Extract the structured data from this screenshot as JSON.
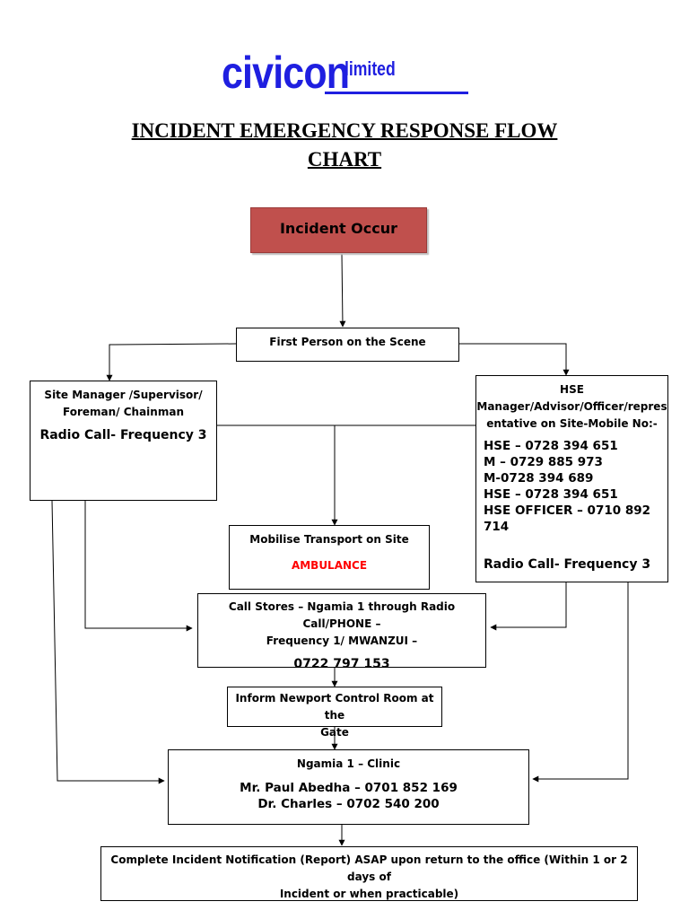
{
  "logo": {
    "main": "civicon",
    "sub": "limited"
  },
  "title": {
    "line1": "INCIDENT EMERGENCY RESPONSE FLOW",
    "line2": "CHART"
  },
  "nodes": {
    "incident": "Incident Occur",
    "first_person": "First Person on the Scene",
    "site_manager": {
      "line1": "Site Manager /Supervisor/",
      "line2": "Foreman/ Chainman",
      "radio": "Radio Call- Frequency 3"
    },
    "hse": {
      "line1": "HSE",
      "line2": "Manager/Advisor/Officer/repres",
      "line3": "entative on Site-Mobile No:-",
      "contacts": [
        "HSE – 0728 394 651",
        "M – 0729 885 973",
        "M-0728 394 689",
        "HSE – 0728 394 651",
        "HSE OFFICER – 0710 892 714"
      ],
      "radio": "Radio Call- Frequency 3"
    },
    "transport": {
      "label": "Mobilise Transport on Site",
      "ambulance": "AMBULANCE"
    },
    "stores": {
      "line1": "Call Stores – Ngamia 1 through Radio Call/PHONE –",
      "line2": "Frequency 1/ MWANZUI –",
      "phone": "0722 797 153"
    },
    "control_room": {
      "line1": "Inform Newport Control Room at the",
      "line2": "Gate"
    },
    "clinic": {
      "label": "Ngamia 1 – Clinic",
      "contact1": "Mr. Paul Abedha – 0701 852 169",
      "contact2": "Dr. Charles – 0702 540 200"
    },
    "report": {
      "line1": "Complete Incident Notification (Report) ASAP upon return to the office (Within 1 or 2 days of",
      "line2": "Incident or when practicable)"
    }
  },
  "colors": {
    "logo_blue": "#1f1fe0",
    "incident_fill": "#c0504d",
    "ambulance_red": "#ff0000"
  }
}
